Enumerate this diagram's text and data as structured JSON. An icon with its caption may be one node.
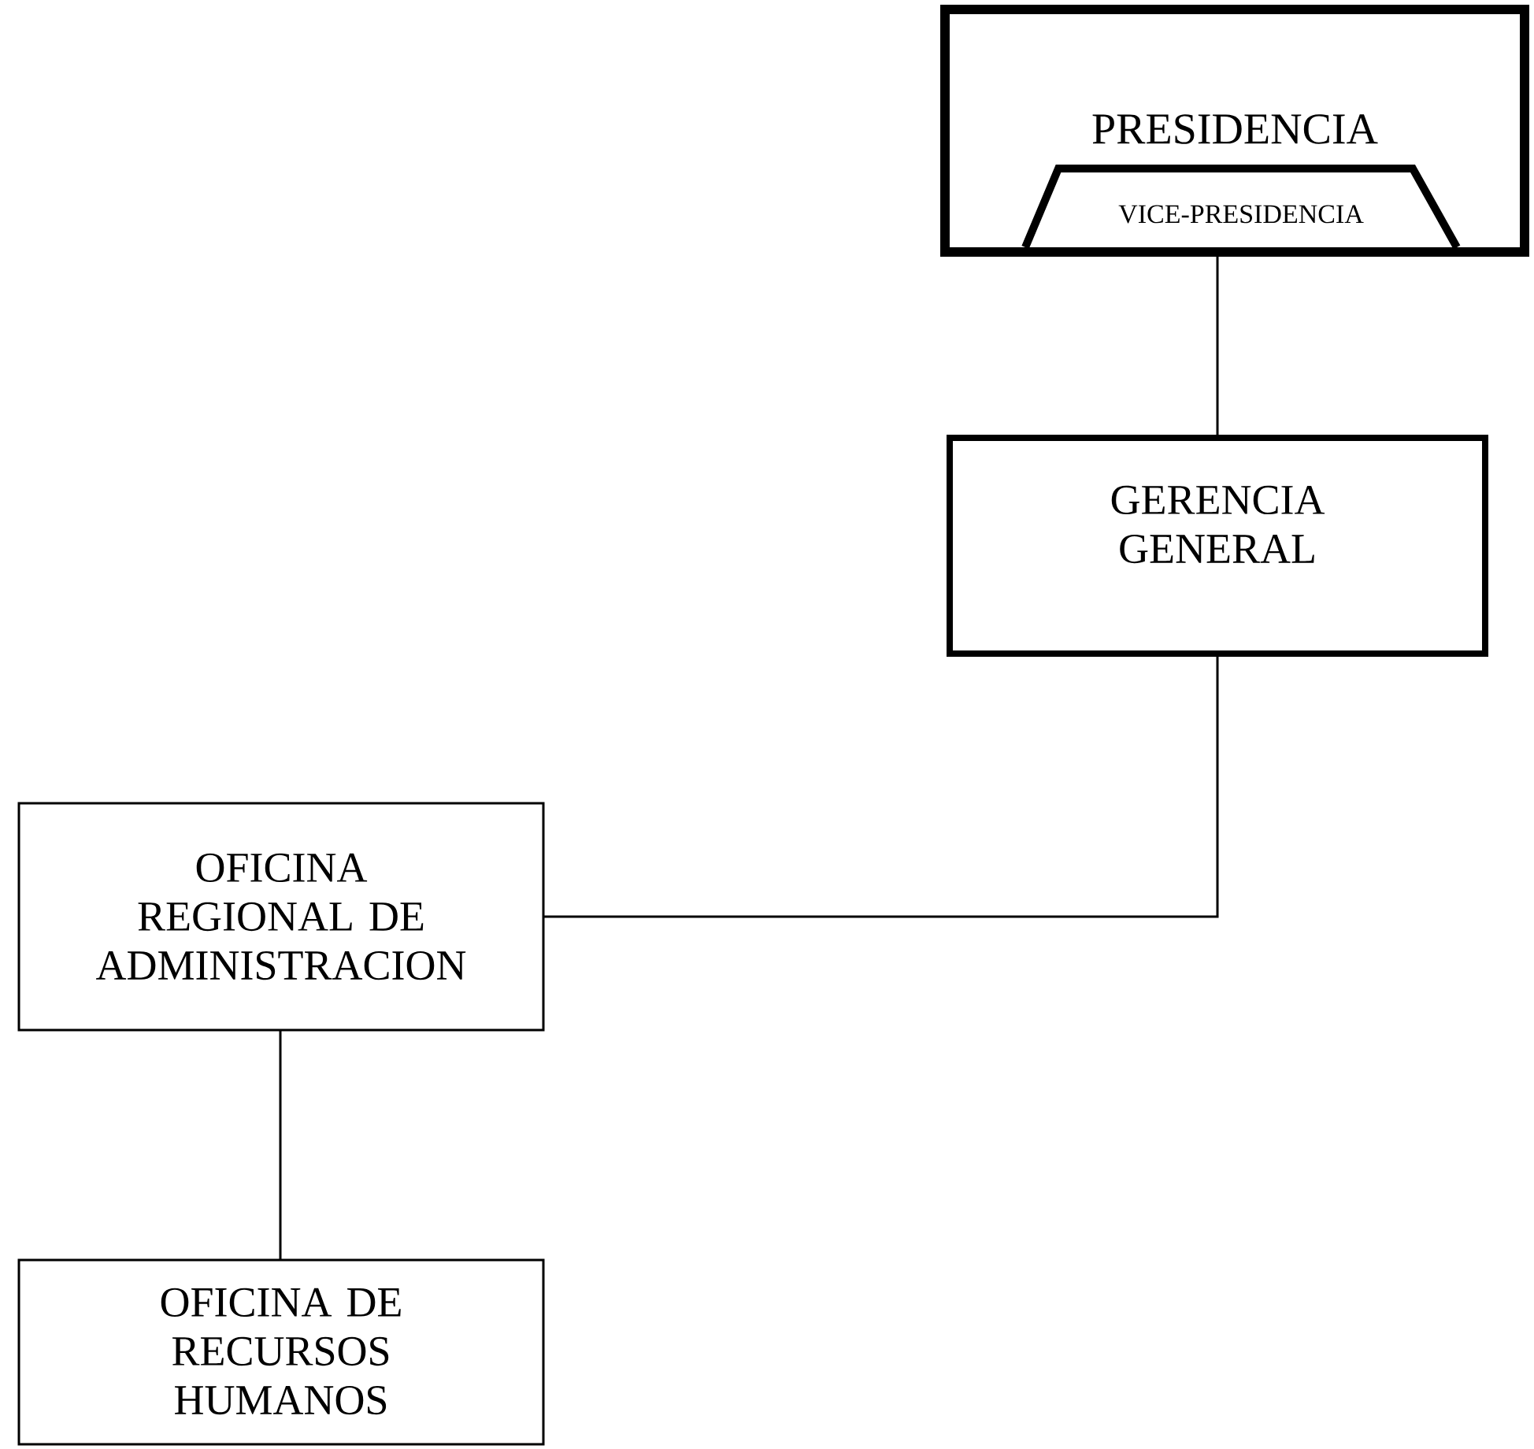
{
  "diagram": {
    "nodes": [
      {
        "text": [
          "PRESIDENCIA"
        ]
      },
      {
        "text": [
          "VICE-PRESIDENCIA"
        ],
        "in": 0
      },
      {
        "text": [
          "GERENCIA GENERAL"
        ]
      },
      {
        "text": [
          "OFICINA REGIONAL DE ADMINISTRACION"
        ]
      },
      {
        "text": [
          "OFICINA DE RECURSOS HUMANOS"
        ]
      }
    ],
    "edges": [
      {
        "from": 0,
        "to": 2,
        "arrow": "none"
      },
      {
        "from": 2,
        "to": 3,
        "arrow": "none"
      },
      {
        "from": 3,
        "to": 4,
        "arrow": "none"
      }
    ]
  }
}
